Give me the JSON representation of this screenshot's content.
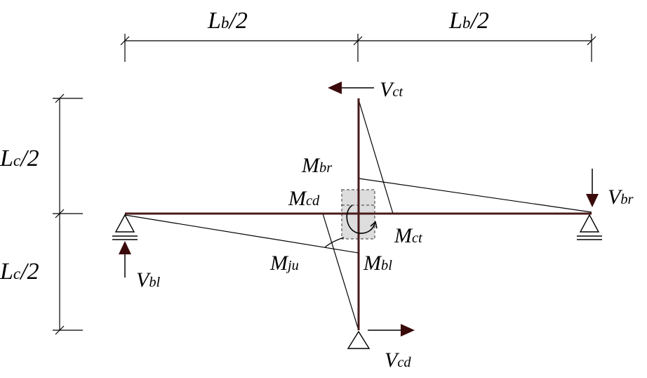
{
  "dims": {
    "beam_half_left": {
      "main": "L",
      "sub": "b",
      "tail": "/2"
    },
    "beam_half_right": {
      "main": "L",
      "sub": "b",
      "tail": "/2"
    },
    "col_half_top": {
      "main": "L",
      "sub": "c",
      "tail": "/2"
    },
    "col_half_bottom": {
      "main": "L",
      "sub": "c",
      "tail": "/2"
    }
  },
  "forces": {
    "v_ct": {
      "main": "V",
      "sub": "ct"
    },
    "v_br": {
      "main": "V",
      "sub": "br"
    },
    "v_bl": {
      "main": "V",
      "sub": "bl"
    },
    "v_cd": {
      "main": "V",
      "sub": "cd"
    }
  },
  "moments": {
    "m_br": {
      "main": "M",
      "sub": "br"
    },
    "m_cd": {
      "main": "M",
      "sub": "cd"
    },
    "m_ct": {
      "main": "M",
      "sub": "ct"
    },
    "m_bl": {
      "main": "M",
      "sub": "bl"
    },
    "m_ju": {
      "main": "M",
      "sub": "ju"
    }
  },
  "colors": {
    "member": "#4a1a1a",
    "line": "#000000",
    "panel_fill": "#dddddd",
    "arrow": "#3a0a0a"
  }
}
